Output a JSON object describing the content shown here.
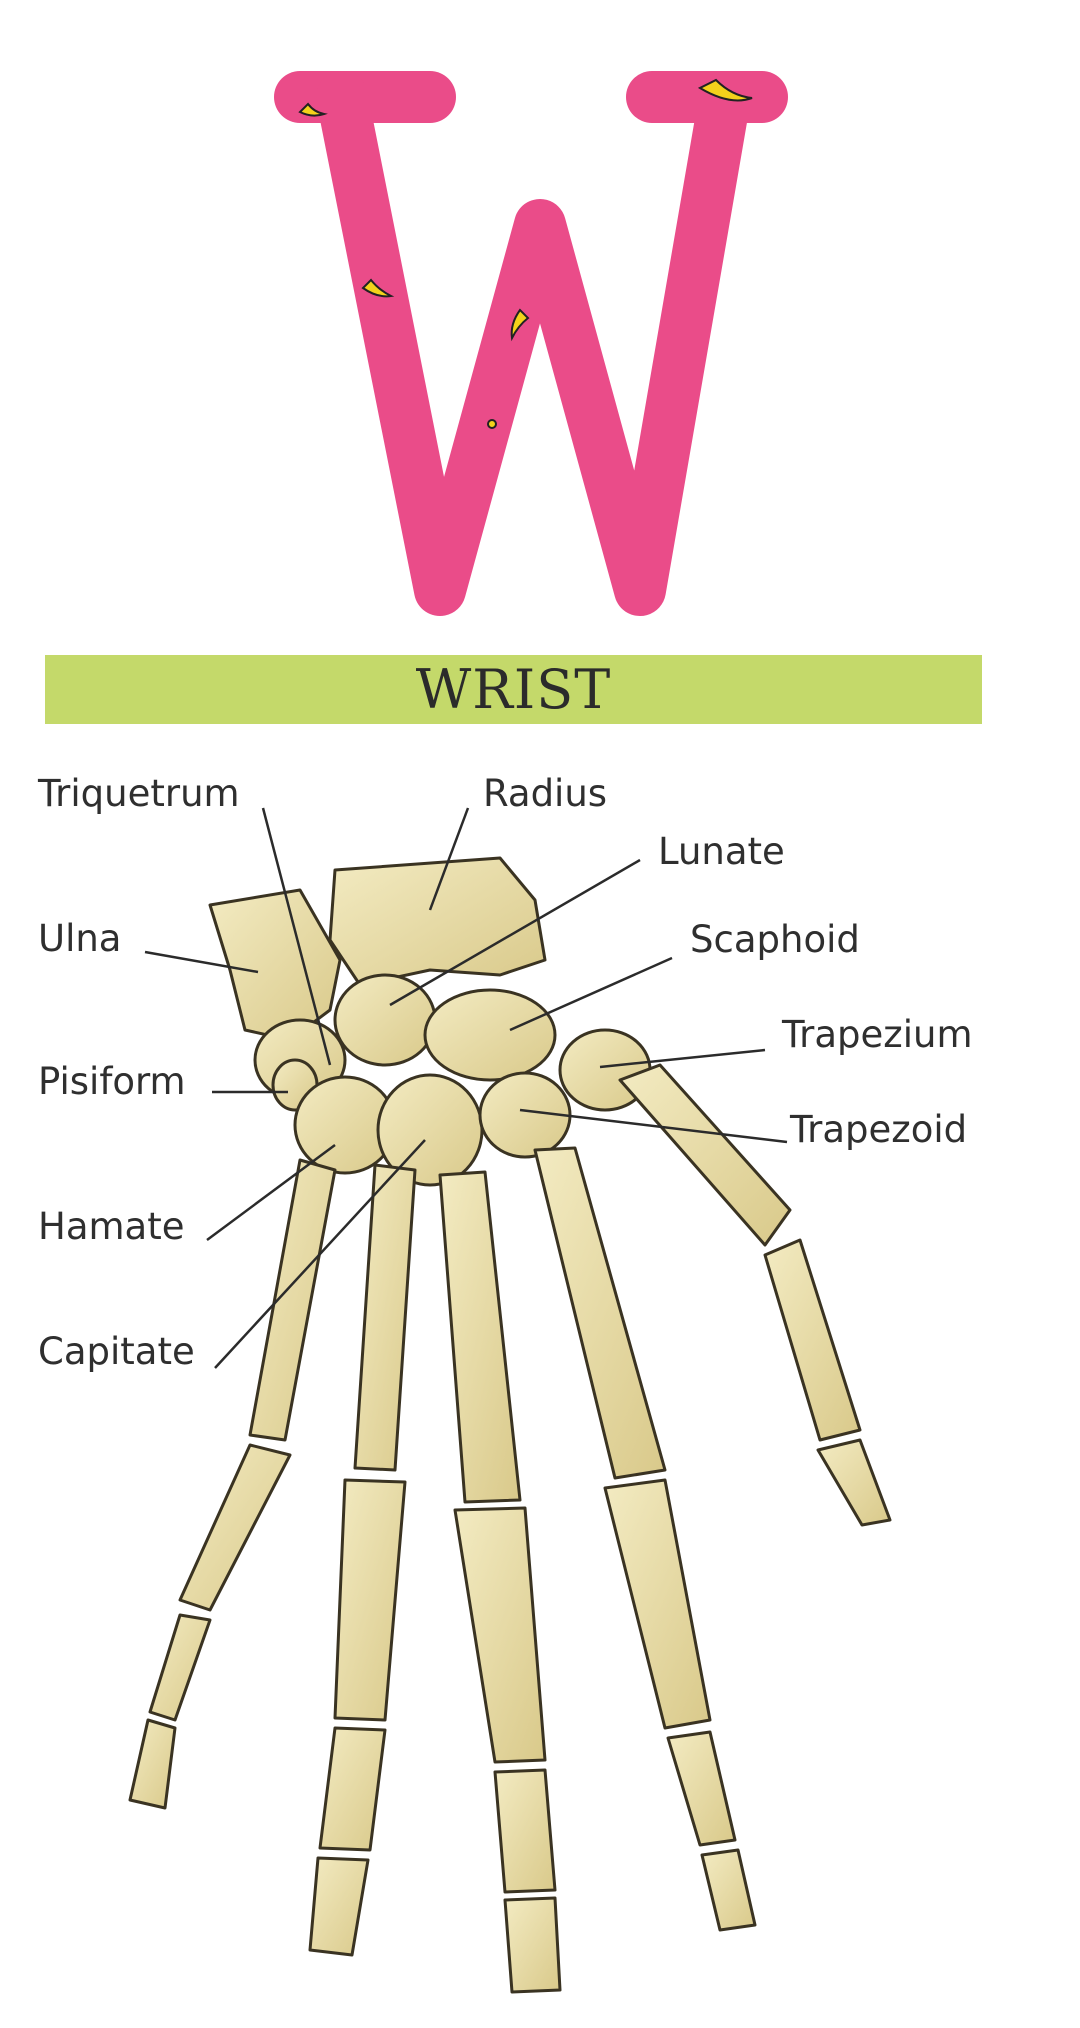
{
  "letter": {
    "glyph": "W",
    "color": "#ea4c89",
    "accent": "#f3d21b"
  },
  "banner": {
    "title": "WRIST",
    "color": "#c4d96a"
  },
  "labels": {
    "triquetrum": "Triquetrum",
    "radius": "Radius",
    "lunate": "Lunate",
    "ulna": "Ulna",
    "scaphoid": "Scaphoid",
    "trapezium": "Trapezium",
    "pisiform": "Pisiform",
    "trapezoid": "Trapezoid",
    "hamate": "Hamate",
    "capitate": "Capitate"
  },
  "bone_color": "#e8dca0"
}
